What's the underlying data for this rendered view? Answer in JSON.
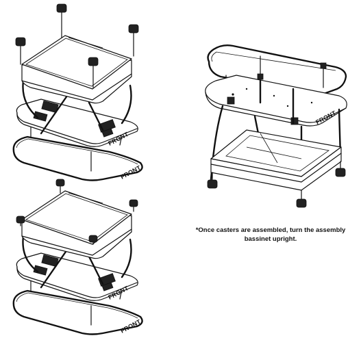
{
  "figures": {
    "top_left": {
      "front_label_upper": "FRONT",
      "front_label_lower": "FRONT"
    },
    "bottom_left": {
      "front_label_upper": "FRONT",
      "front_label_lower": "FRONT"
    },
    "right": {
      "front_label": "FRONT"
    }
  },
  "note": {
    "line1": "*Once casters are assembled, turn the assembly",
    "line2": "bassinet upright."
  }
}
